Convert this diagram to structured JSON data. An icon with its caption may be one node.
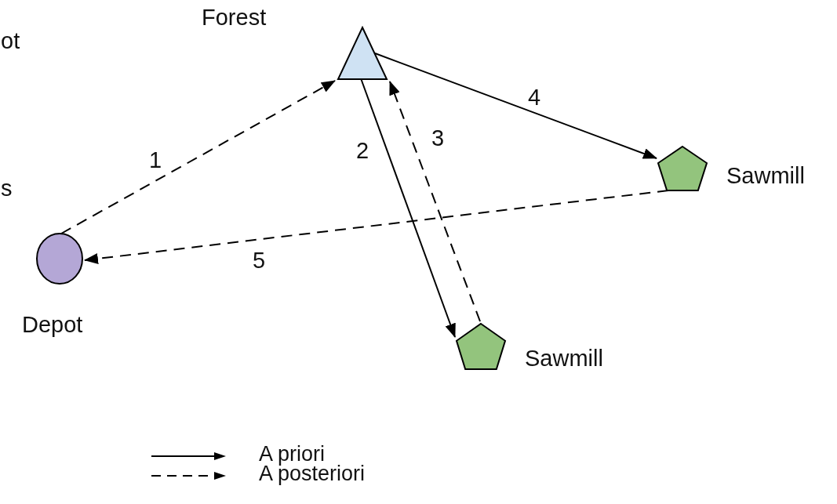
{
  "diagram": {
    "nodes": [
      {
        "text": [
          "Forest"
        ]
      },
      {
        "text": [
          "Sawmill"
        ]
      },
      {
        "text": [
          "Depot"
        ]
      },
      {
        "text": [
          "Sawmill"
        ]
      }
    ],
    "edges": [
      {
        "from": 2,
        "to": 0,
        "arrow": "to",
        "label": "1",
        "style": "dashed"
      },
      {
        "from": 0,
        "to": 3,
        "arrow": "to",
        "label": "2"
      },
      {
        "from": 3,
        "to": 0,
        "arrow": "to",
        "label": "3",
        "style": "dashed"
      },
      {
        "from": 0,
        "to": 1,
        "arrow": "to",
        "label": "4"
      },
      {
        "from": 1,
        "to": 2,
        "arrow": "to",
        "label": "5",
        "style": "dashed"
      }
    ],
    "labels": [
      "ot",
      "s"
    ],
    "legend": [
      {
        "text": "A priori"
      },
      {
        "text": "A posteriori"
      }
    ]
  }
}
